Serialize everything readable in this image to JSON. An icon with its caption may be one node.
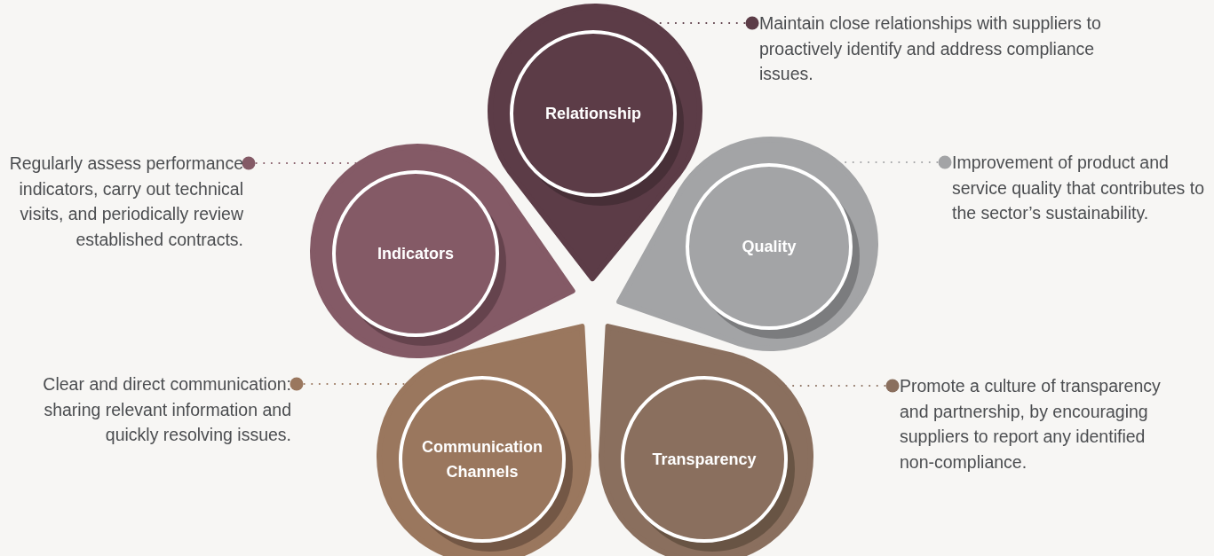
{
  "diagram": {
    "nodes": [
      {
        "text": [
          "Relationship"
        ]
      },
      {
        "text": [
          "Maintain close relationships with suppliers to proactively identify and address compliance issues."
        ]
      },
      {
        "text": [
          "Regularly assess performance indicators, carry out technical visits, and periodically review established contracts."
        ]
      },
      {
        "text": [
          "Indicators"
        ]
      },
      {
        "text": [
          "Quality"
        ]
      },
      {
        "text": [
          "Improvement of product and service quality that contributes to the sector’s sustainability."
        ]
      },
      {
        "text": [
          "Clear and direct communication: sharing relevant information and quickly resolving issues."
        ]
      },
      {
        "text": [
          "Communication Channels"
        ]
      },
      {
        "text": [
          "Transparency"
        ]
      },
      {
        "text": [
          "Promote a culture of transparency and partnership, by encouraging suppliers to report any identified non-compliance."
        ]
      }
    ],
    "edges": [
      {
        "from": 1,
        "to": 0,
        "arrow": "other",
        "style": "dashed",
        "color": "#5c3c47"
      },
      {
        "from": 2,
        "to": 3,
        "arrow": "other",
        "style": "dashed",
        "color": "#845a66"
      },
      {
        "from": 5,
        "to": 4,
        "arrow": "other",
        "style": "dashed",
        "color": "#a3a4a6"
      },
      {
        "from": 6,
        "to": 7,
        "arrow": "other",
        "style": "dashed",
        "color": "#9a775e"
      },
      {
        "from": 9,
        "to": 8,
        "arrow": "other",
        "style": "dashed",
        "color": "#8a6f5e"
      }
    ]
  }
}
